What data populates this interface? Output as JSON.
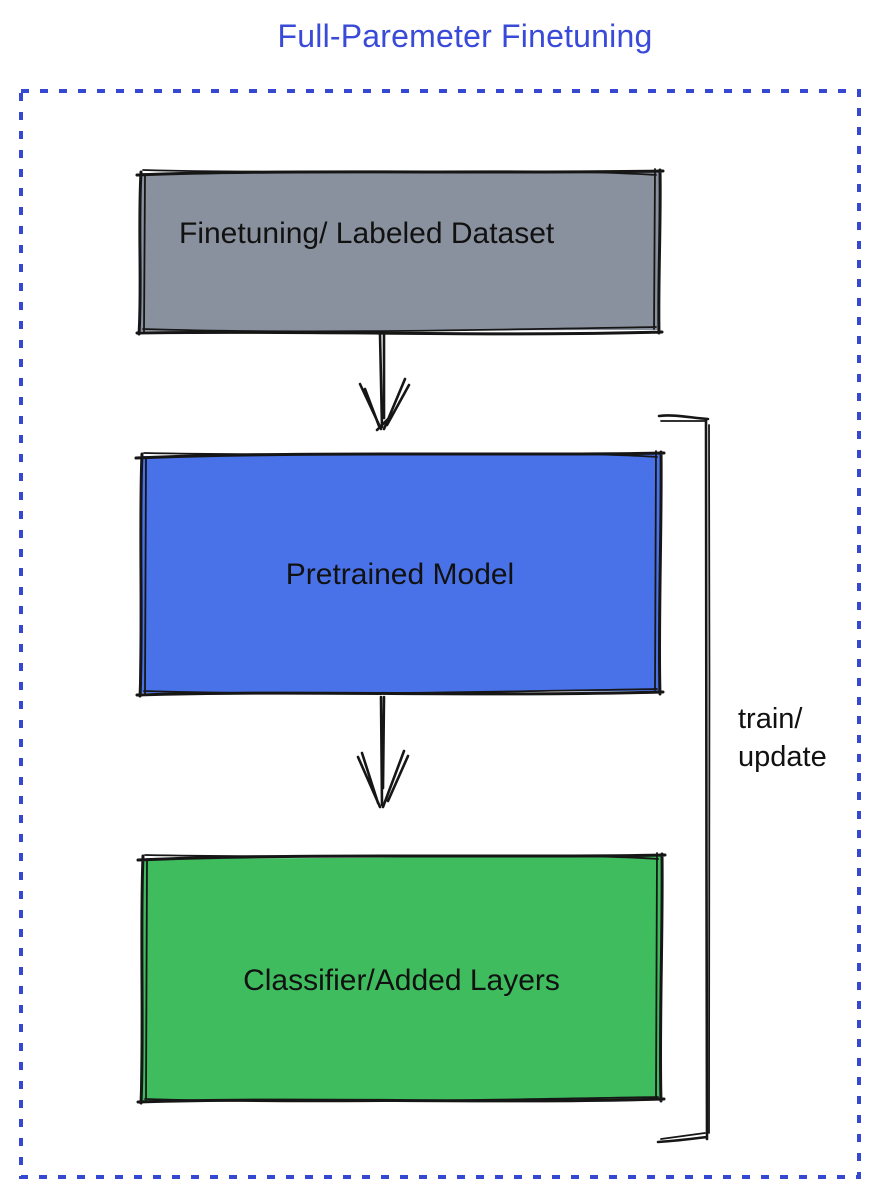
{
  "title": {
    "text": "Full-Paremeter Finetuning",
    "color": "#3a4ad8"
  },
  "frame": {
    "style": "dashed",
    "color": "#3448d2"
  },
  "boxes": [
    {
      "id": "finetuning-dataset",
      "label": "Finetuning/ Labeled Dataset",
      "color": "#8a919e"
    },
    {
      "id": "pretrained-model",
      "label": "Pretrained Model",
      "color": "#4a72e8"
    },
    {
      "id": "classifier-added-layers",
      "label": "Classifier/Added Layers",
      "color": "#3ebc5e"
    }
  ],
  "arrows": [
    {
      "from": "finetuning-dataset",
      "to": "pretrained-model",
      "direction": "down"
    },
    {
      "from": "pretrained-model",
      "to": "classifier-added-layers",
      "direction": "down"
    }
  ],
  "bracket": {
    "line1": "train/",
    "line2": "update",
    "spans": "pretrained-model + classifier-added-layers",
    "color": "#161616"
  }
}
